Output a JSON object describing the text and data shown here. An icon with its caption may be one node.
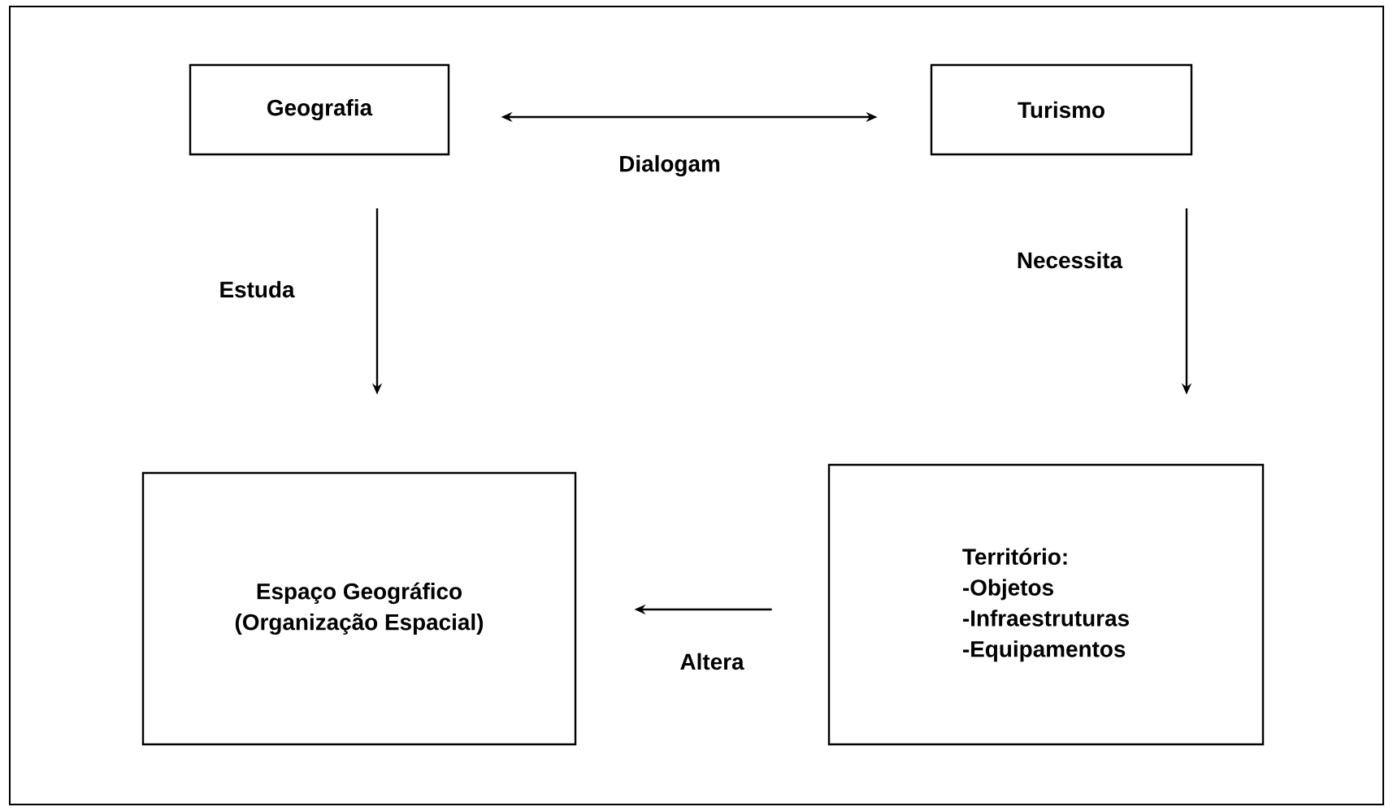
{
  "diagram": {
    "nodes": [
      {
        "text": [
          "Geografia"
        ]
      },
      {
        "text": [
          "Turismo"
        ]
      },
      {
        "text": [
          "Espaço Geográfico (Organização Espacial)"
        ]
      },
      {
        "text": [
          "Território:",
          "-Objetos",
          "-Infraestruturas",
          "-Equipamentos"
        ]
      }
    ],
    "edges": [
      {
        "from": 0,
        "to": 1,
        "arrow": "both",
        "label": "Dialogam"
      },
      {
        "from": 0,
        "to": 2,
        "arrow": "to",
        "label": "Estuda"
      },
      {
        "from": 1,
        "to": 3,
        "arrow": "to",
        "label": "Necessita"
      },
      {
        "from": 3,
        "to": 2,
        "arrow": "to",
        "label": "Altera"
      }
    ]
  }
}
